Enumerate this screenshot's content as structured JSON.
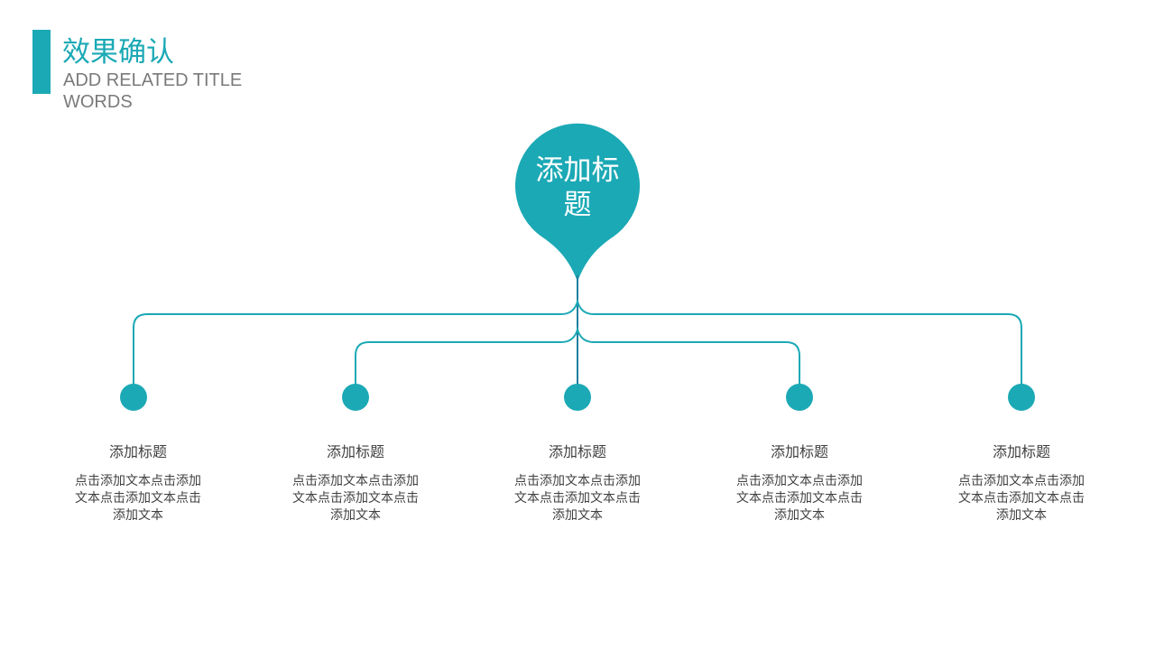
{
  "header": {
    "title": "效果确认",
    "subtitle": "ADD RELATED TITLE WORDS"
  },
  "center": {
    "label": "添加标题"
  },
  "colors": {
    "accent": "#1ba9b5",
    "stem": "#1f7fa0",
    "text": "#404040"
  },
  "items": [
    {
      "title": "添加标题",
      "body": "点击添加文本点击添加文本点击添加文本点击添加文本"
    },
    {
      "title": "添加标题",
      "body": "点击添加文本点击添加文本点击添加文本点击添加文本"
    },
    {
      "title": "添加标题",
      "body": "点击添加文本点击添加文本点击添加文本点击添加文本"
    },
    {
      "title": "添加标题",
      "body": "点击添加文本点击添加文本点击添加文本点击添加文本"
    },
    {
      "title": "添加标题",
      "body": "点击添加文本点击添加文本点击添加文本点击添加文本"
    }
  ]
}
